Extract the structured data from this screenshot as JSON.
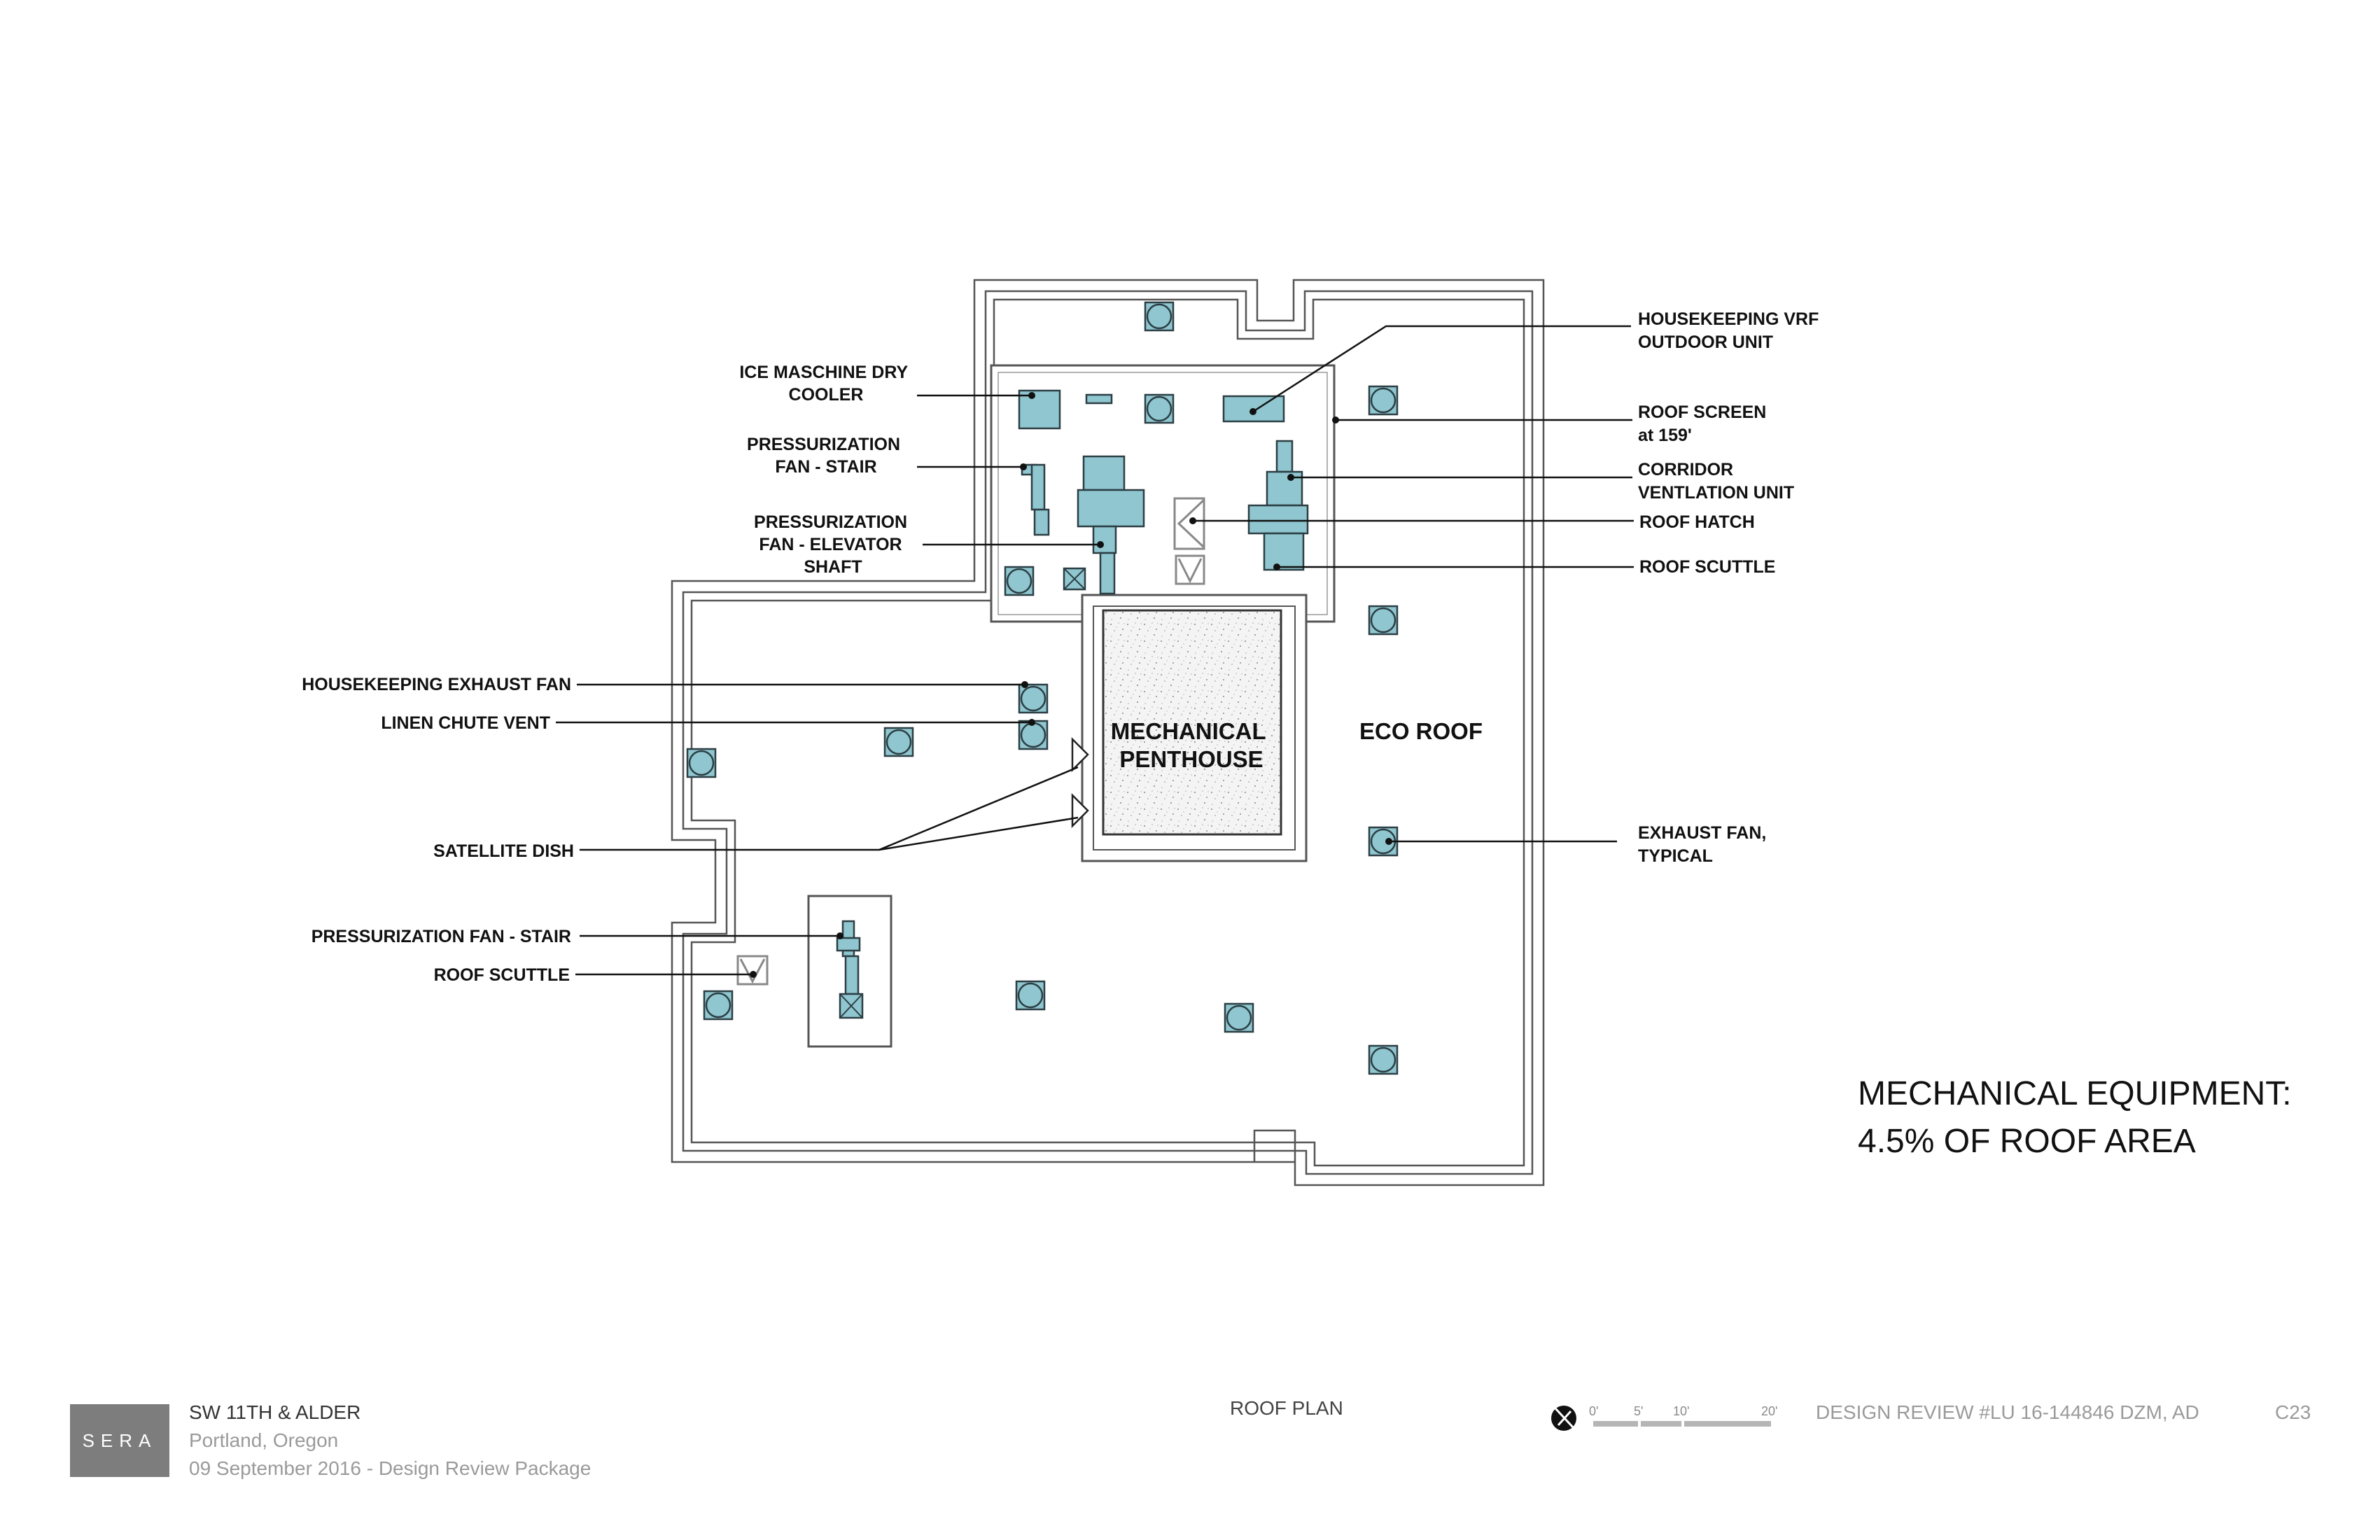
{
  "labels": {
    "ice_machine": [
      "ICE MASCHINE DRY",
      "COOLER"
    ],
    "pressurization_stair_top": [
      "PRESSURIZATION",
      "FAN - STAIR"
    ],
    "pressurization_elevator": [
      "PRESSURIZATION",
      "FAN - ELEVATOR",
      "SHAFT"
    ],
    "housekeeping_exhaust": "HOUSEKEEPING EXHAUST FAN",
    "linen_chute": "LINEN CHUTE VENT",
    "satellite_dish": "SATELLITE DISH",
    "pressurization_stair_bottom": "PRESSURIZATION FAN - STAIR",
    "roof_scuttle_left": "ROOF SCUTTLE",
    "housekeeping_vrf": [
      "HOUSEKEEPING VRF",
      "OUTDOOR UNIT"
    ],
    "roof_screen": [
      "ROOF SCREEN",
      "at 159'"
    ],
    "corridor_vent": [
      "CORRIDOR",
      "VENTLATION UNIT"
    ],
    "roof_hatch": "ROOF HATCH",
    "roof_scuttle_right": "ROOF SCUTTLE",
    "exhaust_fan": [
      "EXHAUST FAN,",
      "TYPICAL"
    ],
    "mech_penthouse": [
      "MECHANICAL",
      "PENTHOUSE"
    ],
    "eco_roof": "ECO ROOF"
  },
  "summary": [
    "MECHANICAL EQUIPMENT:",
    "4.5% OF ROOF AREA"
  ],
  "scale": [
    "0'",
    "5'",
    "10'",
    "20'"
  ],
  "footer": {
    "logo": "SERA",
    "project_name": "SW 11TH & ALDER",
    "city": "Portland, Oregon",
    "date": "09 September 2016 - Design Review Package",
    "sheet_title": "ROOF PLAN",
    "review": "DESIGN REVIEW #LU 16-144846 DZM, AD",
    "sheet_no": "C23"
  },
  "colors": {
    "equipment": "#8fc6cf",
    "eco_roof": "#f2f2f2"
  }
}
